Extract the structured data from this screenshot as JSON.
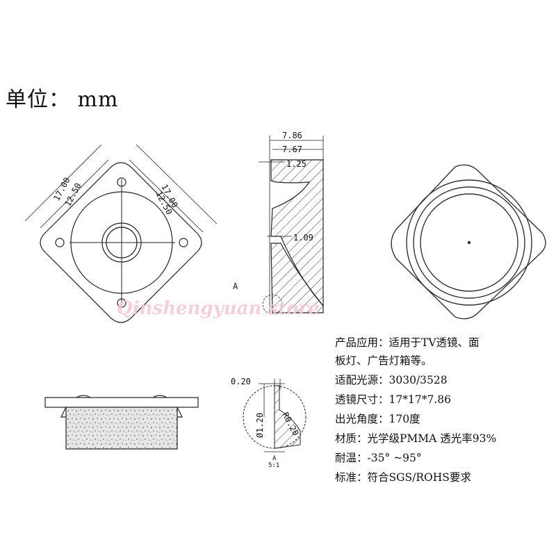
{
  "unit": "单位：  mm",
  "watermark": "Qinshengyuan store",
  "dims": {
    "front_diag_outer_left": "17.00",
    "front_diag_inner_left": "12.50",
    "front_diag_outer_right": "17.00",
    "front_diag_inner_right": "12.50",
    "side_total_h": "7.86",
    "side_inner_h": "7.67",
    "side_top": "1.25",
    "side_mid": "1.09",
    "section_label": "A",
    "detail_top": "0.20",
    "detail_dia": "Ø1.20",
    "detail_radius": "R0.20",
    "detail_label": "A",
    "detail_scale": "5:1"
  },
  "specs": [
    "产品应用：适用于TV透镜、面",
    "板灯、广告灯箱等。",
    "适配光源：3030/3528",
    "透镜尺寸：17*17*7.86",
    "出光角度：170度",
    "材质：光学级PMMA 透光率93%",
    "耐温：-35° ~95°",
    "标准：符合SGS/ROHS要求"
  ]
}
